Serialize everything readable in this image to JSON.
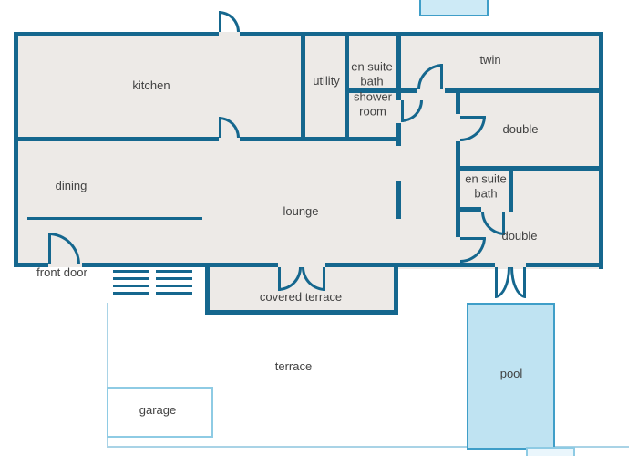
{
  "colors": {
    "wall": "#15678e",
    "room": "#edeae7",
    "text": "#424242",
    "outdoor_line": "#a9d3e6",
    "pool_fill": "#bfe3f2",
    "pool_border": "#3f9ec8",
    "garage_border": "#8ecbe4",
    "structure_fill": "#cdeaf6"
  },
  "labels": {
    "kitchen": "kitchen",
    "utility": "utility",
    "ensuite_bath_1": "en suite\nbath",
    "twin": "twin",
    "shower_room": "shower\nroom",
    "double_1": "double",
    "dining": "dining",
    "lounge": "lounge",
    "ensuite_bath_2": "en suite\nbath",
    "double_2": "double",
    "front_door": "front door",
    "covered_terrace": "covered terrace",
    "terrace": "terrace",
    "garage": "garage",
    "pool": "pool"
  }
}
